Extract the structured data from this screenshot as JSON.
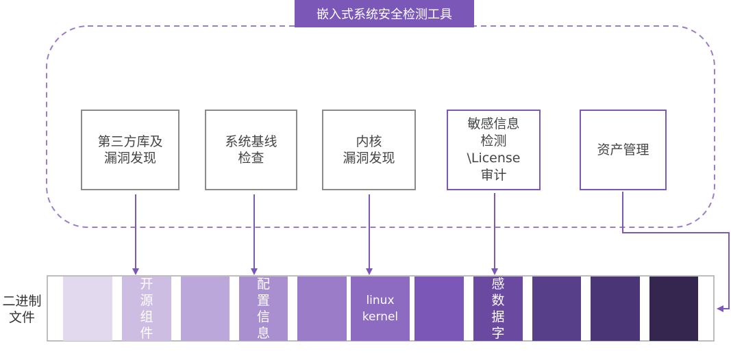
{
  "title": "嵌入式系统安全检测工具",
  "tools": [
    {
      "label": "第三方库及\n漏洞发现",
      "accent": false
    },
    {
      "label": "系统基线\n检查",
      "accent": false
    },
    {
      "label": "内核\n漏洞发现",
      "accent": false
    },
    {
      "label": "敏感信息\n检测\n\\License\n审计",
      "accent": true
    },
    {
      "label": "资产管理",
      "accent": true
    }
  ],
  "binary_file": {
    "label": "二进制\n文件",
    "segments": [
      {
        "label": "",
        "color": "#E3D9EF"
      },
      {
        "label": "开\n源\n组\n件",
        "color": "#CDBDE3"
      },
      {
        "label": "",
        "color": "#BBA7DA"
      },
      {
        "label": "配\n置\n信\n息",
        "color": "#A98FD0"
      },
      {
        "label": "",
        "color": "#9A7CC8"
      },
      {
        "label": "linux\nkernel",
        "color": "#8C6BC0"
      },
      {
        "label": "",
        "color": "#7B57B8"
      },
      {
        "label": "感\n数\n据\n字",
        "color": "#694AA0"
      },
      {
        "label": "",
        "color": "#574089"
      },
      {
        "label": "",
        "color": "#4A3677"
      },
      {
        "label": "",
        "color": "#352650"
      }
    ]
  },
  "colors": {
    "accent": "#7B57B8",
    "dashed_border": "#9B7CC8",
    "neutral_border": "#8a8a8a"
  }
}
